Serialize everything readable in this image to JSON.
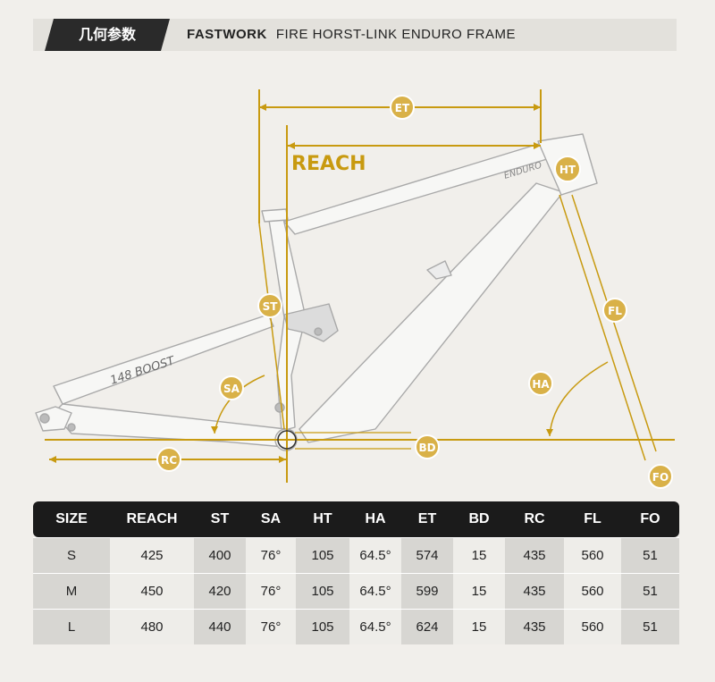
{
  "header": {
    "tag_label": "几何参数",
    "brand": "FASTWORK",
    "title": "FIRE HORST-LINK ENDURO FRAME"
  },
  "diagram": {
    "labels": {
      "et": "ET",
      "reach": "REACH",
      "ht": "HT",
      "fl": "FL",
      "st": "ST",
      "sa": "SA",
      "ha": "HA",
      "rc": "RC",
      "bd": "BD",
      "fo": "FO"
    },
    "frame_text": {
      "boost": "148 BOOST",
      "enduro": "ENDURO"
    },
    "colors": {
      "accent": "#c89a10",
      "badge": "#d9b148",
      "frame": "#f7f7f5",
      "frame_outline": "#a9a9a9"
    }
  },
  "table": {
    "headers": [
      "SIZE",
      "REACH",
      "ST",
      "SA",
      "HT",
      "HA",
      "ET",
      "BD",
      "RC",
      "FL",
      "FO"
    ],
    "rows": [
      [
        "S",
        "425",
        "400",
        "76°",
        "105",
        "64.5°",
        "574",
        "15",
        "435",
        "560",
        "51"
      ],
      [
        "M",
        "450",
        "420",
        "76°",
        "105",
        "64.5°",
        "599",
        "15",
        "435",
        "560",
        "51"
      ],
      [
        "L",
        "480",
        "440",
        "76°",
        "105",
        "64.5°",
        "624",
        "15",
        "435",
        "560",
        "51"
      ]
    ]
  }
}
